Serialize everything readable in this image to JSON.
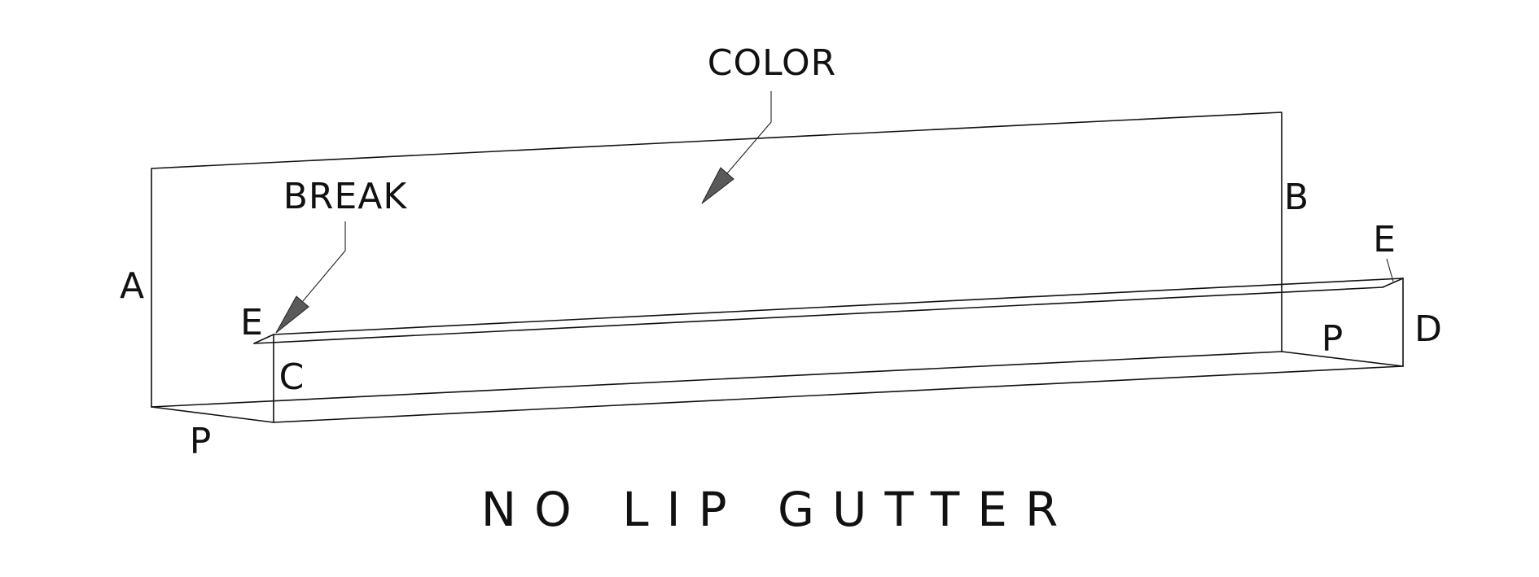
{
  "title": "NO LIP GUTTER",
  "callouts": {
    "color": "COLOR",
    "break": "BREAK"
  },
  "dimension_labels": {
    "a": "A",
    "b": "B",
    "c": "C",
    "d": "D",
    "e_left": "E",
    "e_right": "E",
    "p_left": "P",
    "p_right": "P"
  },
  "colors": {
    "line": "#111111",
    "arrow_fill": "#5a5a5a",
    "background": "#ffffff"
  }
}
